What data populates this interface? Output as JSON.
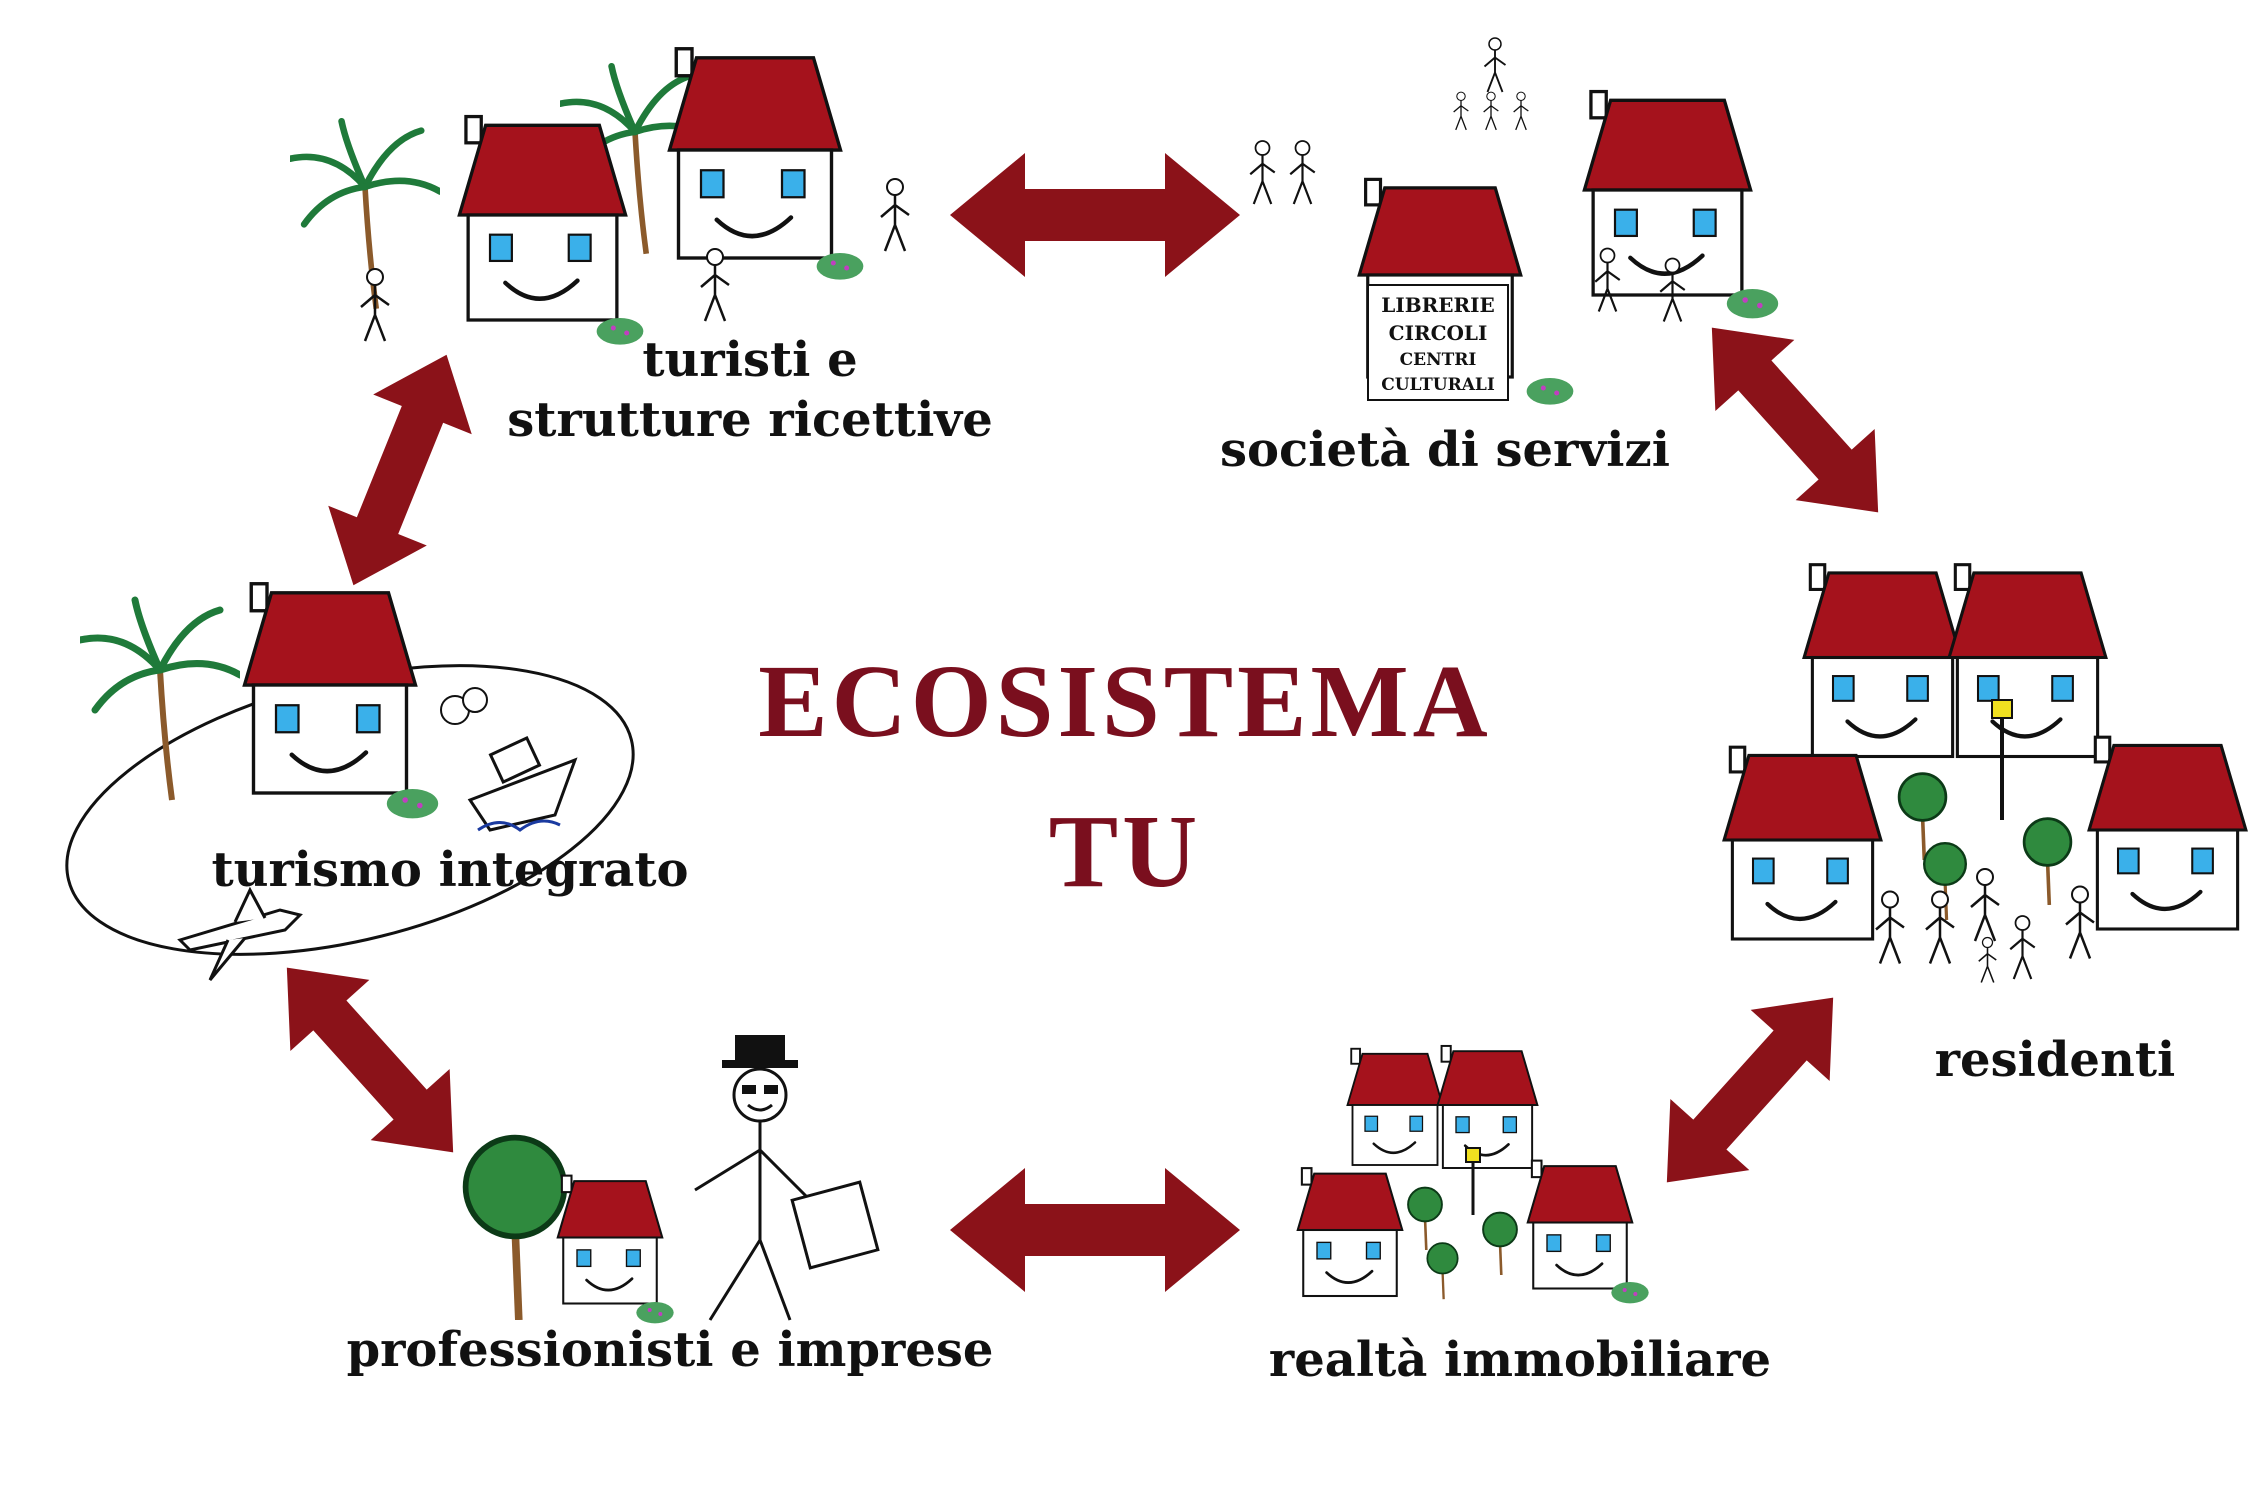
{
  "title": {
    "line1": "ECOSISTEMA",
    "line2": "TU"
  },
  "nodes": {
    "turisti": {
      "label_line1": "turisti e",
      "label_line2": "strutture ricettive"
    },
    "societa": {
      "label": "società di servizi",
      "sign": [
        "LIBRERIE",
        "CIRCOLI",
        "CENTRI",
        "CULTURALI"
      ]
    },
    "turismo": {
      "label": "turismo integrato"
    },
    "residenti": {
      "label": "residenti"
    },
    "professionisti": {
      "label": "professionisti e imprese"
    },
    "realta": {
      "label": "realtà immobiliare"
    }
  },
  "colors": {
    "accent": "#7a0f1e",
    "arrow": "#8b1219",
    "roof": "#a5121c",
    "window": "#3ab0ea",
    "foliage": "#1f7a3a",
    "bush": "#4aa15f",
    "ink": "#111111"
  },
  "icons": [
    "house-icon",
    "palm-tree-icon",
    "stick-figure-icon",
    "airplane-icon",
    "ship-icon",
    "tree-icon",
    "lamp-post-icon",
    "double-arrow-icon"
  ]
}
